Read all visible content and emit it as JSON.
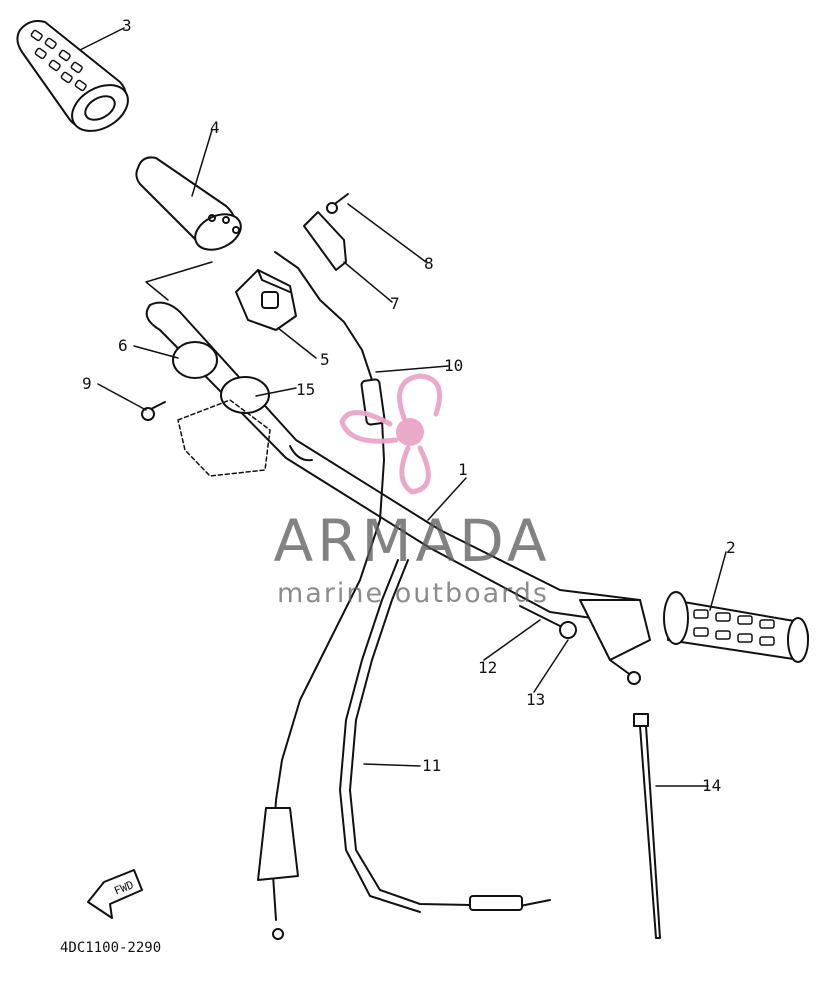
{
  "callouts": [
    {
      "id": "1",
      "label": "1"
    },
    {
      "id": "2",
      "label": "2"
    },
    {
      "id": "3",
      "label": "3"
    },
    {
      "id": "4",
      "label": "4"
    },
    {
      "id": "5",
      "label": "5"
    },
    {
      "id": "6",
      "label": "6"
    },
    {
      "id": "7",
      "label": "7"
    },
    {
      "id": "8",
      "label": "8"
    },
    {
      "id": "9",
      "label": "9"
    },
    {
      "id": "10",
      "label": "10"
    },
    {
      "id": "11",
      "label": "11"
    },
    {
      "id": "12",
      "label": "12"
    },
    {
      "id": "13",
      "label": "13"
    },
    {
      "id": "14",
      "label": "14"
    },
    {
      "id": "15",
      "label": "15"
    }
  ],
  "fwd_label": "FWD",
  "part_code": "4DC1100-2290",
  "watermark": {
    "brand": "ARMADA",
    "tagline": "marine outboards",
    "logo_color": "#e9a5c6",
    "text_color": "#5f5f5f"
  },
  "line_color": "#111111"
}
